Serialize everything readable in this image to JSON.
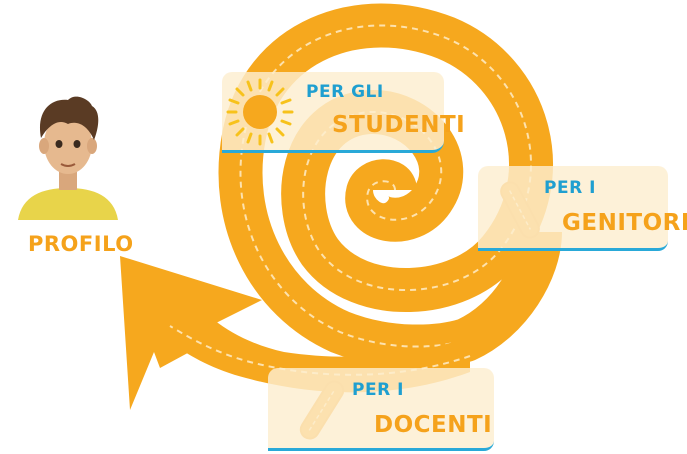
{
  "profile": {
    "label": "PROFILO"
  },
  "cards": {
    "studenti": {
      "line1": "PER GLI",
      "line2": "STUDENTI",
      "icon": "sun-icon"
    },
    "genitori": {
      "line1": "PER I",
      "line2": "GENITORI",
      "icon": "pill-marker-icon"
    },
    "docenti": {
      "line1": "PER I",
      "line2": "DOCENTI",
      "icon": "pill-marker-icon"
    }
  },
  "colors": {
    "spiral": "#f6a81e",
    "spiral_dash": "#fde2ae",
    "card_bg": "#fdeed0",
    "card_border": "#29a9d8",
    "label_blue": "#1f9fd0",
    "label_orange": "#f5a21b",
    "sun": "#f7c21b",
    "avatar_shirt": "#e8d44a",
    "avatar_hair": "#5a3b24"
  }
}
